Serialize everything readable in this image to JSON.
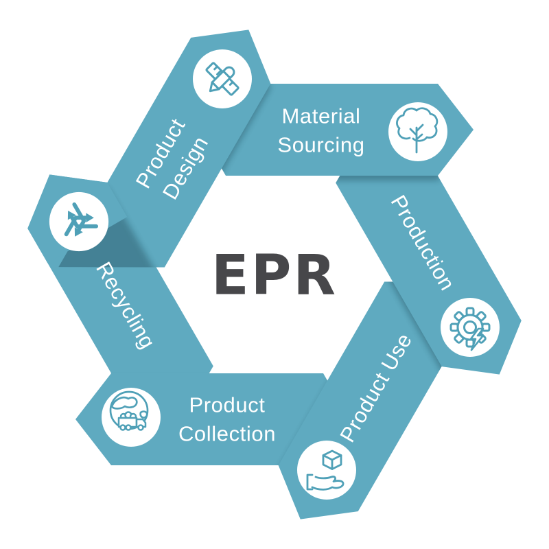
{
  "center_label": "EPR",
  "stages": [
    {
      "label": "Product Design",
      "icon": "pencil-ruler-icon"
    },
    {
      "label": "Material Sourcing",
      "icon": "tree-icon"
    },
    {
      "label": "Production",
      "icon": "gear-lightning-icon"
    },
    {
      "label": "Product Use",
      "icon": "hand-box-icon"
    },
    {
      "label": "Product Collection",
      "icon": "globe-truck-icon"
    },
    {
      "label": "Recycling",
      "icon": "recycle-icon"
    }
  ],
  "colors": {
    "arrow_fill": "#5FAAC0",
    "icon_stroke": "#4FA0B7",
    "icon_background": "#FFFFFF",
    "label_text": "#FFFFFF",
    "center_text": "#47474A"
  }
}
